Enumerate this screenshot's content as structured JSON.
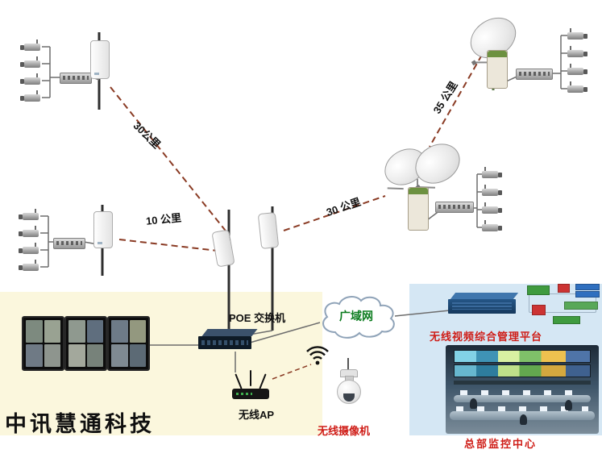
{
  "diagram": {
    "company_name": "中讯慧通科技",
    "distance_labels": {
      "top_left": "30公里",
      "mid_left": "10 公里",
      "center_right": "30 公里",
      "upper_right": "35 公里"
    },
    "labels": {
      "poe_switch": "POE 交换机",
      "wan_cloud": "广域网",
      "wireless_ap": "无线AP",
      "wireless_camera": "无线摄像机",
      "management_platform": "无线视频综合管理平台",
      "hq_monitoring_center": "总部监控中心"
    },
    "colors": {
      "wireless_link_dash": "#8a3b24",
      "red_label": "#cf1d17",
      "wan_label_green": "#0b7c1e",
      "lan_zone_bg": "#fbf7dd",
      "platform_zone_bg": "#d5e7f4"
    }
  }
}
